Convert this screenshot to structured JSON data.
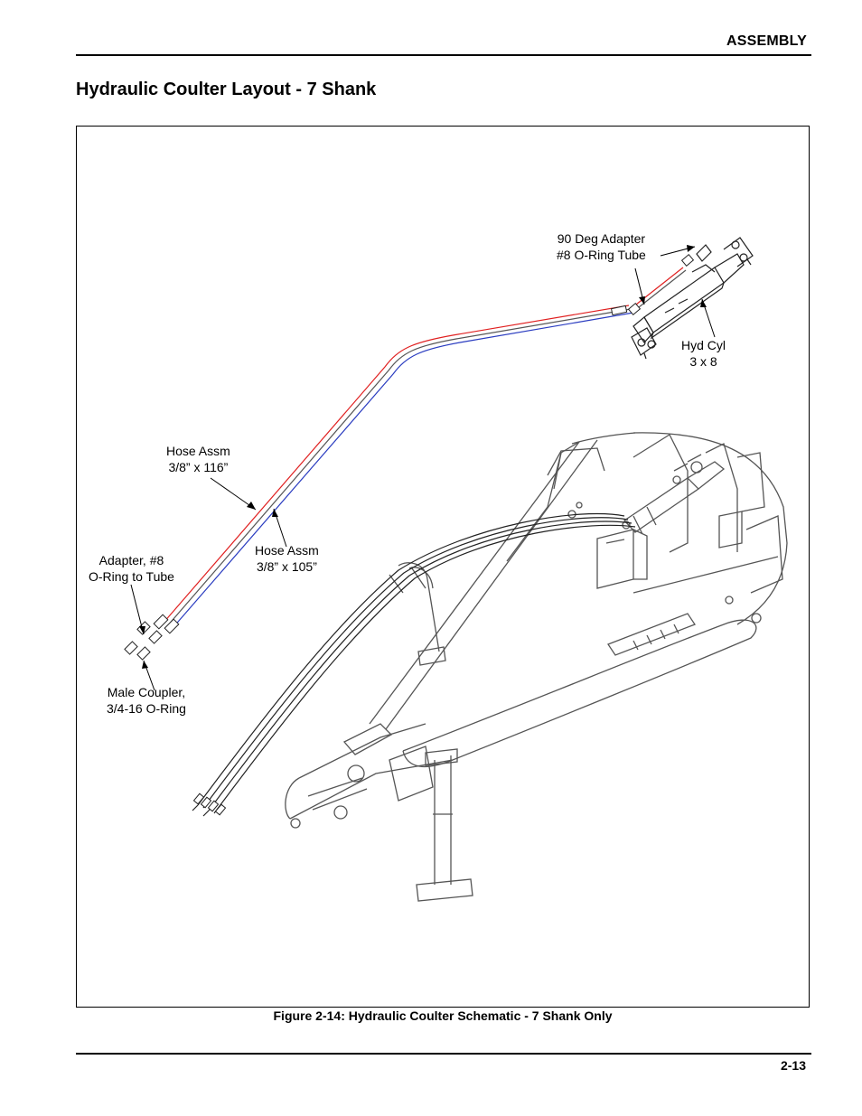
{
  "header": {
    "section": "ASSEMBLY"
  },
  "page_title": "Hydraulic Coulter Layout - 7 Shank",
  "callouts": {
    "adapter_90": [
      "90 Deg Adapter",
      "#8 O-Ring Tube"
    ],
    "hyd_cyl": [
      "Hyd Cyl",
      "3 x 8"
    ],
    "hose_116": [
      "Hose Assm",
      "3/8” x 116”"
    ],
    "hose_105": [
      "Hose Assm",
      "3/8” x 105”"
    ],
    "adapter_8": [
      "Adapter, #8",
      "O-Ring to Tube"
    ],
    "male_coupler": [
      "Male Coupler,",
      "3/4-16 O-Ring"
    ]
  },
  "caption": "Figure 2-14:  Hydraulic Coulter Schematic - 7 Shank Only",
  "footer": {
    "page_number": "2-13"
  },
  "colors": {
    "hose_red": "#e02020",
    "hose_blue": "#2a3cc0",
    "line_art": "#555555"
  }
}
